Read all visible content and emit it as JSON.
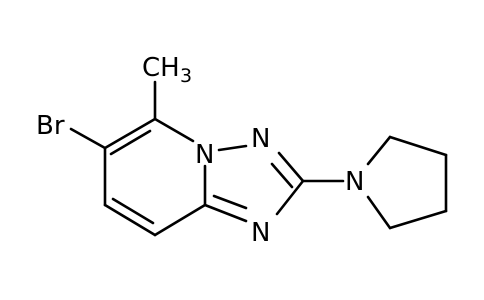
{
  "molecule": {
    "labels": {
      "methyl_c": "CH",
      "methyl_sub": "3",
      "bromine": "Br",
      "n_bridge": "N",
      "n_top": "N",
      "n_bottom": "N",
      "n_pyrrolidine": "N"
    },
    "colors": {
      "bromine": "#a52a2a",
      "bond": "#000000",
      "nitrogen": "#0000ff"
    }
  }
}
